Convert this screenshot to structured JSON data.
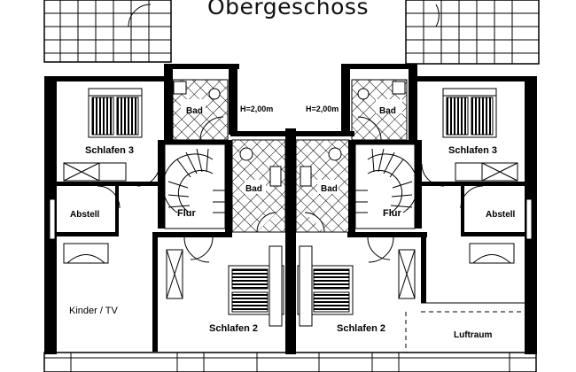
{
  "title": "Obergeschoss",
  "rooms": {
    "bath_left": "Bad",
    "bath_right": "Bad",
    "bath_center_left": "Bad",
    "bath_center_right": "Bad",
    "height_left": "H=2,00m",
    "height_right": "H=2,00m",
    "bedroom3_left": "Schlafen 3",
    "bedroom3_right": "Schlafen 3",
    "storage_left": "Abstell",
    "storage_right": "Abstell",
    "hall_left": "Flur",
    "hall_right": "Flur",
    "kids_tv": "Kinder / TV",
    "bedroom2_left": "Schlafen 2",
    "bedroom2_right": "Schlafen 2",
    "air_space": "Luftraum"
  }
}
